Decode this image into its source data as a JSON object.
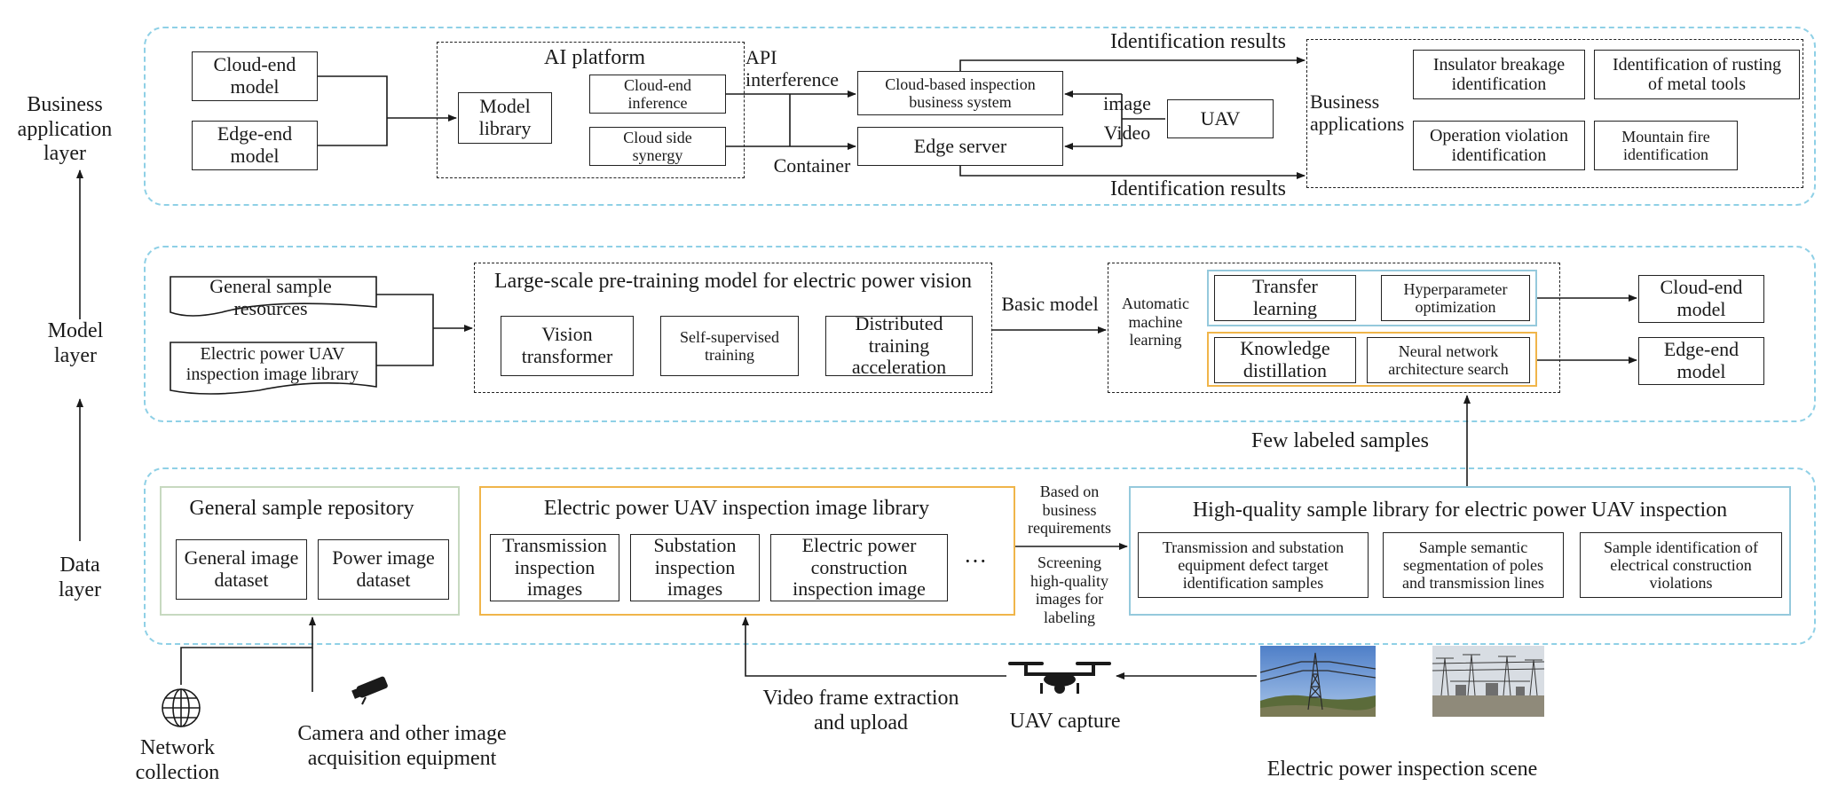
{
  "layers": {
    "business": "Business\napplication\nlayer",
    "model": "Model\nlayer",
    "data": "Data\nlayer"
  },
  "business": {
    "cloud_end_model": "Cloud-end\nmodel",
    "edge_end_model": "Edge-end\nmodel",
    "ai_platform": "AI platform",
    "model_library": "Model\nlibrary",
    "cloud_end_inference": "Cloud-end\ninference",
    "cloud_side_synergy": "Cloud side\nsynergy",
    "api_interference": "API\ninterference",
    "container": "Container",
    "cloud_inspection_system": "Cloud-based inspection\nbusiness system",
    "edge_server": "Edge server",
    "image": "image",
    "video": "Video",
    "uav": "UAV",
    "identification_results_top": "Identification results",
    "identification_results_bottom": "Identification results",
    "business_applications": "Business\napplications",
    "insulator": "Insulator breakage\nidentification",
    "rusting": "Identification of rusting\nof metal tools",
    "violation": "Operation violation\nidentification",
    "mountain_fire": "Mountain fire\nidentification"
  },
  "model": {
    "general_sample_resources": "General sample\nresources",
    "uav_image_library": "Electric power UAV\ninspection image library",
    "pretraining_title": "Large-scale pre-training model for electric power vision",
    "vision_transformer": "Vision\ntransformer",
    "self_supervised": "Self-supervised\ntraining",
    "distributed": "Distributed\ntraining\nacceleration",
    "basic_model": "Basic model",
    "automl": "Automatic\nmachine\nlearning",
    "transfer_learning": "Transfer\nlearning",
    "hyperparameter": "Hyperparameter\noptimization",
    "knowledge_distillation": "Knowledge\ndistillation",
    "nas": "Neural network\narchitecture search",
    "cloud_end_model": "Cloud-end\nmodel",
    "edge_end_model": "Edge-end\nmodel",
    "few_labeled": "Few labeled samples"
  },
  "data": {
    "general_repo": "General sample repository",
    "general_image_dataset": "General image\ndataset",
    "power_image_dataset": "Power image\ndataset",
    "uav_library_title": "Electric power UAV inspection image library",
    "transmission": "Transmission\ninspection\nimages",
    "substation": "Substation\ninspection\nimages",
    "construction": "Electric power\nconstruction\ninspection image",
    "ellipsis": "···",
    "based_on": "Based on\nbusiness\nrequirements",
    "screening": "Screening\nhigh-quality\nimages for\nlabeling",
    "hq_library_title": "High-quality sample library for electric power UAV inspection",
    "defect_samples": "Transmission and substation\nequipment defect target\nidentification samples",
    "semantic_seg": "Sample semantic\nsegmentation of poles\nand transmission lines",
    "violation_samples": "Sample identification of\nelectrical construction\nviolations"
  },
  "bottom": {
    "network_collection": "Network\ncollection",
    "camera": "Camera and other image\nacquisition equipment",
    "video_frame": "Video frame extraction\nand upload",
    "uav_capture": "UAV capture",
    "inspection_scene": "Electric power inspection scene"
  },
  "icons": [
    "globe-icon",
    "camera-icon",
    "drone-icon"
  ],
  "colors": {
    "layer_frame": "#8fd0e6",
    "grey_frame": "#c7d9c0",
    "orange_frame": "#f0b54a",
    "blue_frame": "#95c9dc"
  }
}
